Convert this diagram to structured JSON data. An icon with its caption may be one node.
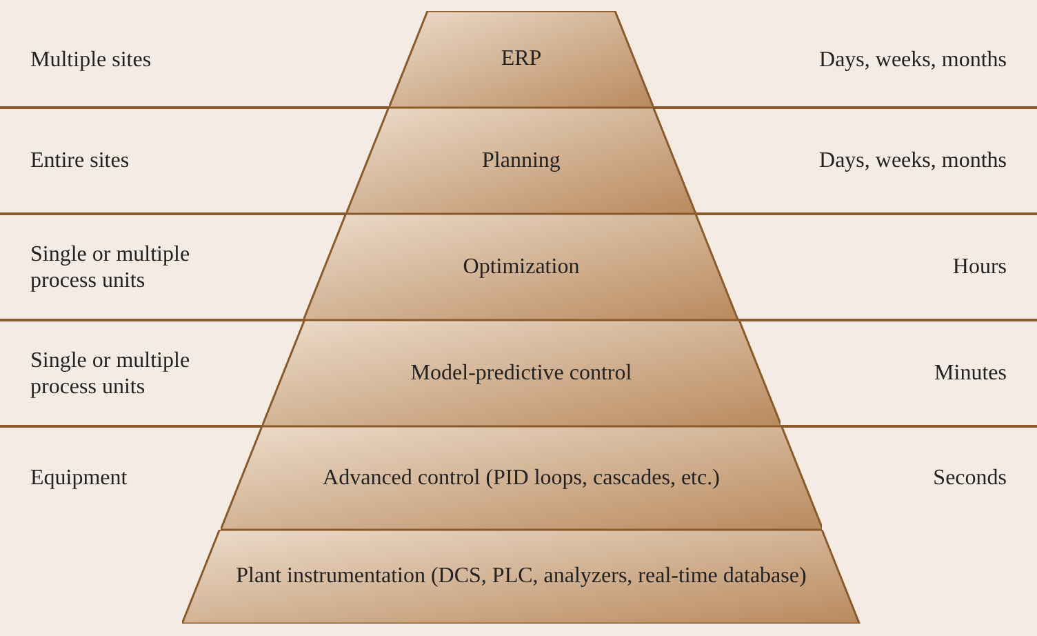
{
  "diagram": {
    "nodes": [
      {
        "text": [
          "ERP"
        ]
      },
      {
        "text": [
          "Planning"
        ]
      },
      {
        "text": [
          "Optimization"
        ]
      },
      {
        "text": [
          "Model-predictive control"
        ]
      },
      {
        "text": [
          "Advanced control (PID loops, cascades, etc.)"
        ]
      },
      {
        "text": [
          "Plant instrumentation (DCS, PLC, analyzers, real-time database)"
        ]
      }
    ],
    "labels": [
      "Multiple sites",
      "Days, weeks, months",
      "Entire sites",
      "Days, weeks, months",
      "Single or multiple process units",
      "Hours",
      "Single or multiple process units",
      "Minutes",
      "Equipment",
      "Seconds"
    ]
  }
}
